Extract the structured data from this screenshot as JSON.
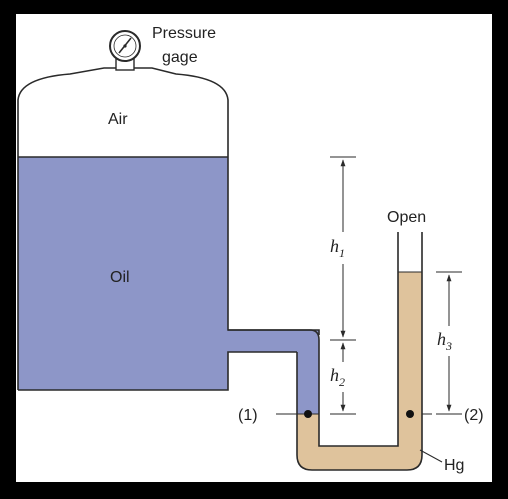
{
  "colors": {
    "frame": "#000000",
    "panel": "#ffffff",
    "oil": "#8d96c8",
    "mercury": "#dfc39c",
    "line": "#2a2a2a"
  },
  "labels": {
    "gage_line1": "Pressure",
    "gage_line2": "gage",
    "air": "Air",
    "oil": "Oil",
    "open": "Open",
    "h1": "h",
    "h1_sub": "1",
    "h2": "h",
    "h2_sub": "2",
    "h3": "h",
    "h3_sub": "3",
    "point1": "(1)",
    "point2": "(2)",
    "hg": "Hg"
  },
  "icons": {
    "gage": "pressure-gage-icon"
  }
}
